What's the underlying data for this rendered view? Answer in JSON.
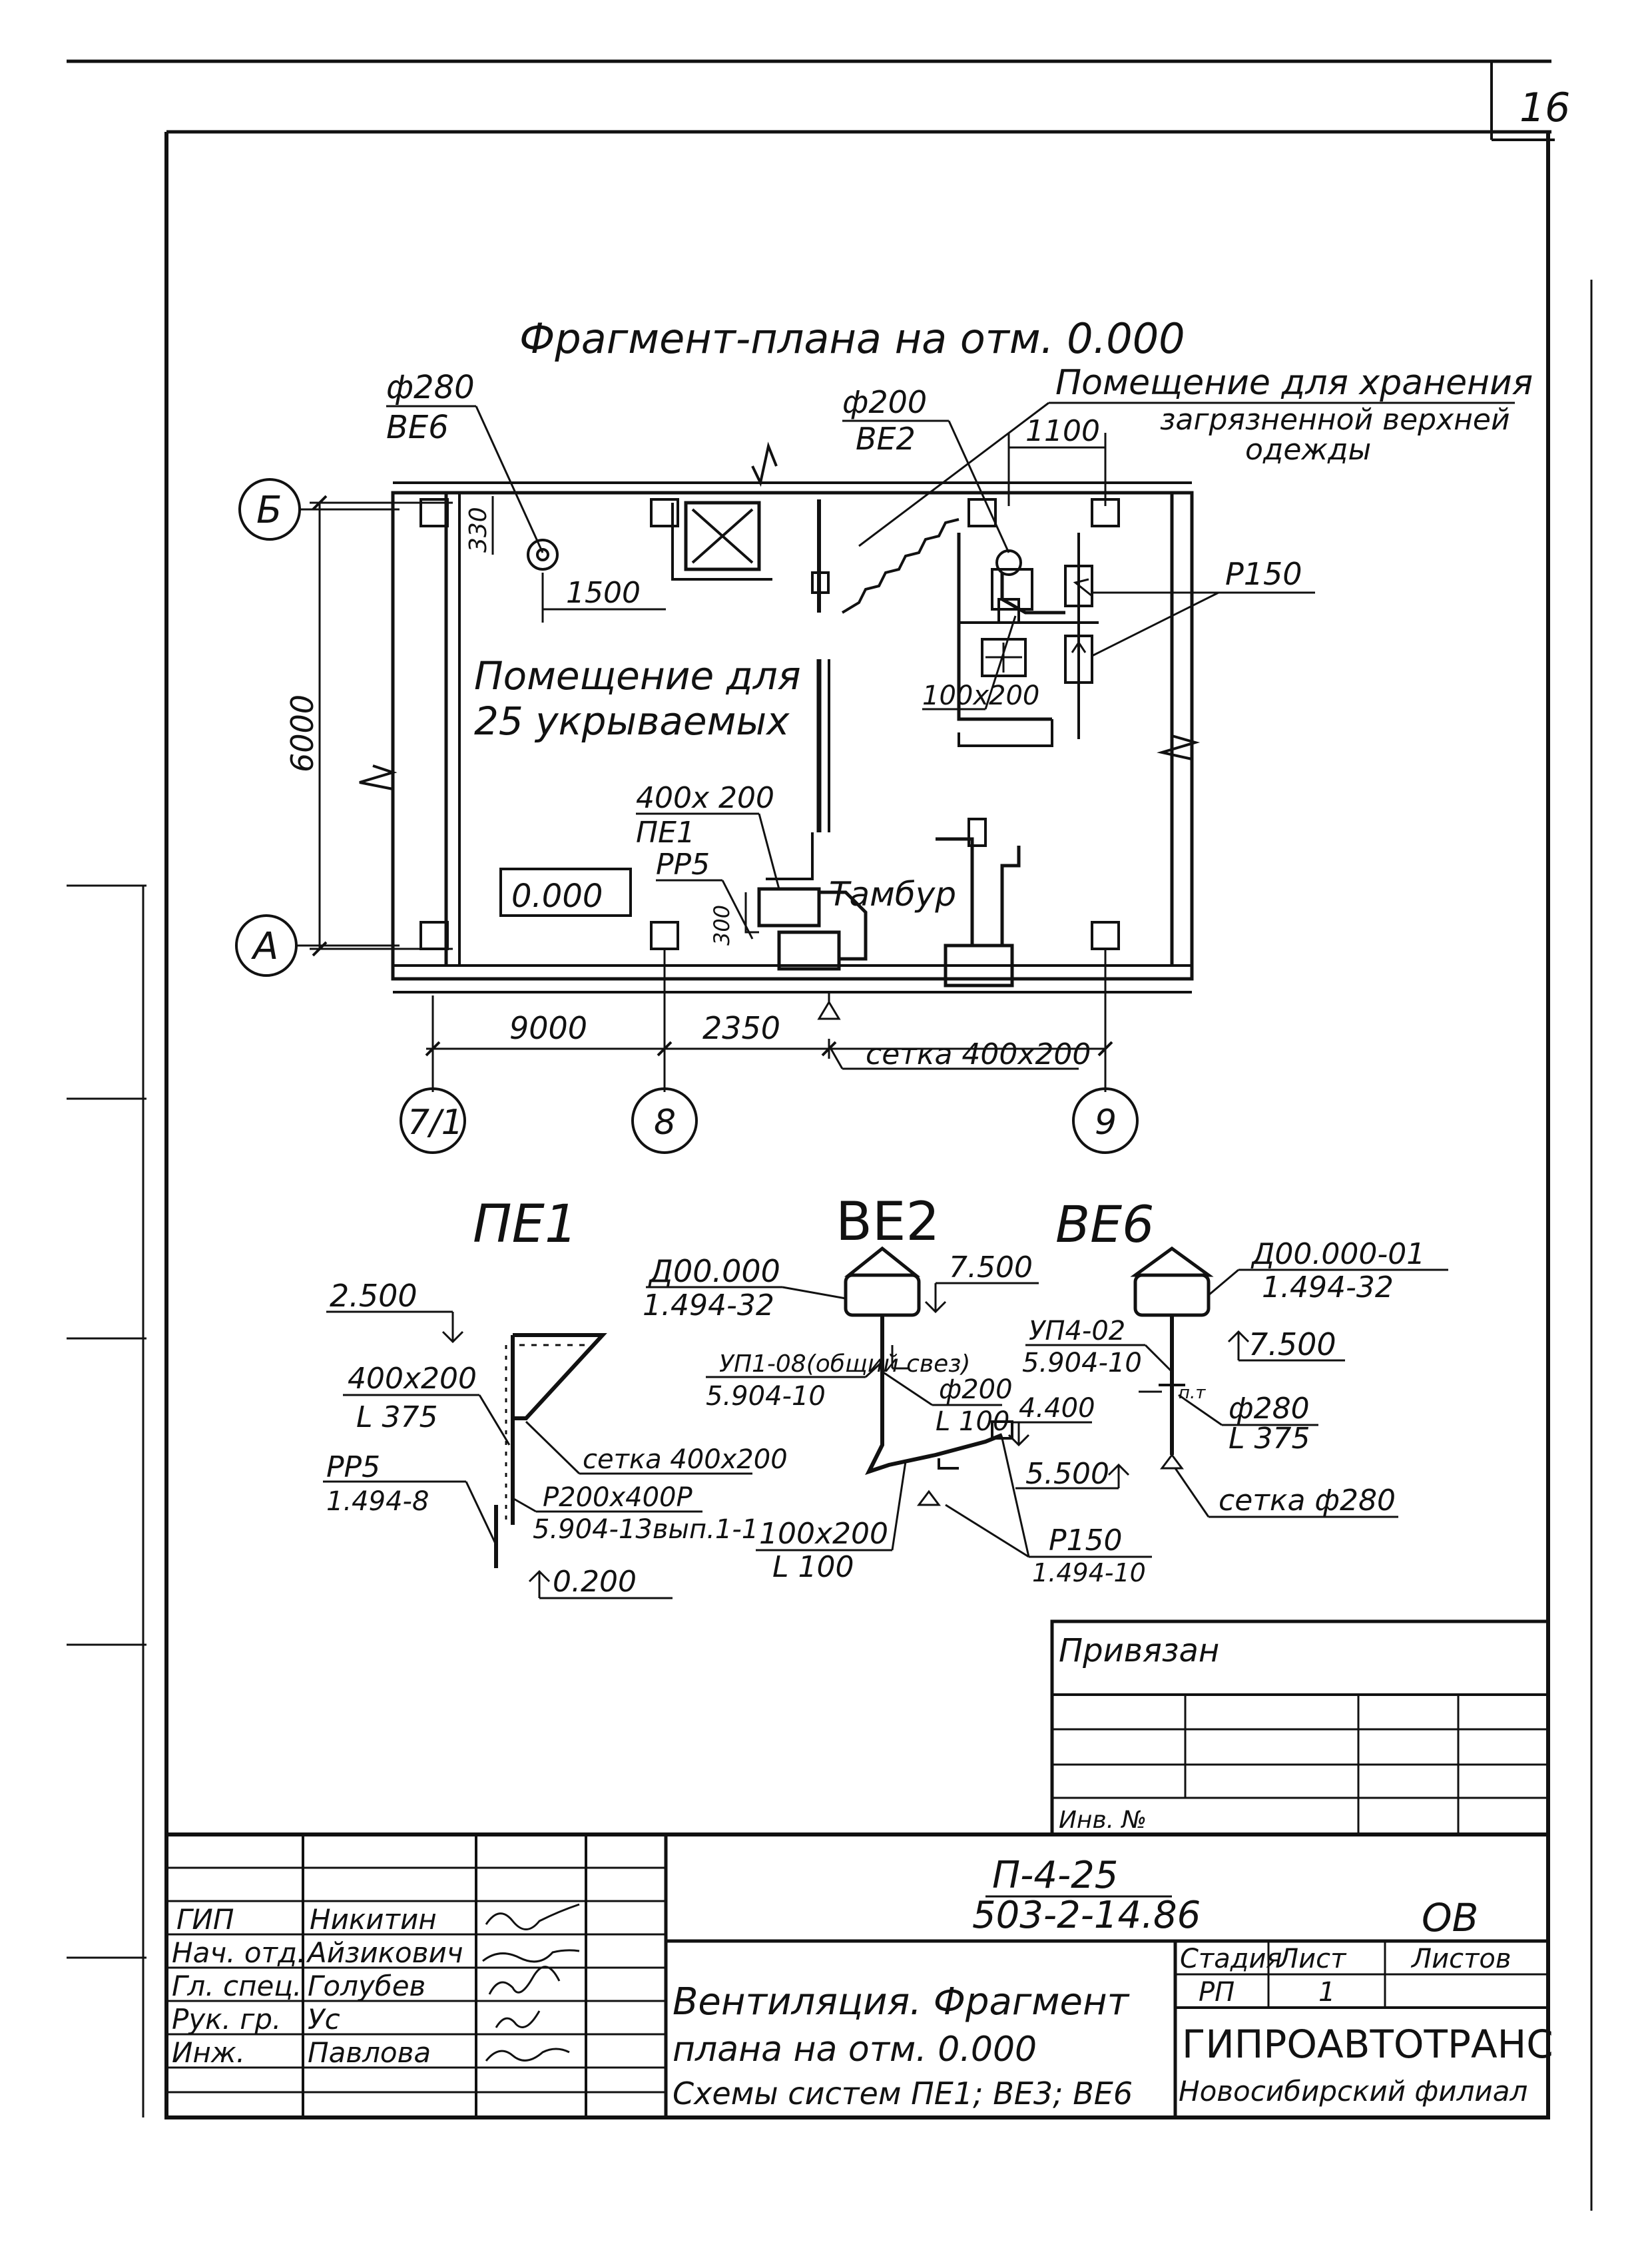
{
  "page_number": "16",
  "plan": {
    "title": "Фрагмент-плана на отм. 0.000",
    "room_store_line1": "Помещение для хранения",
    "room_store_line2": "загрязненной верхней",
    "room_store_line3": "одежды",
    "room_main_line1": "Помещение для",
    "room_main_line2": "25 укрываемых",
    "tambur": "Тамбур",
    "level_mark": "0.000",
    "axis_b": "Б",
    "axis_a": "А",
    "axis_71": "7/1",
    "axis_8": "8",
    "axis_9": "9",
    "dim_6000": "6000",
    "dim_9000": "9000",
    "dim_2350": "2350",
    "dim_1500": "1500",
    "dim_330": "330",
    "dim_1100": "1100",
    "dim_300": "300",
    "lbl_phi280": "ф280",
    "lbl_be6": "ВЕ6",
    "lbl_phi200": "ф200",
    "lbl_be2": "ВЕ2",
    "lbl_p150": "Р150",
    "lbl_100x200": "100х200",
    "lbl_400x200": "400х 200",
    "lbl_pe1": "ПЕ1",
    "lbl_pp5": "РР5",
    "lbl_setka": "сетка 400х200"
  },
  "schemes": {
    "pe1_title": "ПЕ1",
    "be2_title": "ВЕ2",
    "be6_title": "ВЕ6",
    "pe1_level_top": "2.500",
    "pe1_size": "400х200",
    "pe1_len": "L 375",
    "pe1_setka": "сетка 400х200",
    "pe1_pp5": "РР5",
    "pe1_pp5_ref": "1.494-8",
    "pe1_p200": "Р200х400Р",
    "pe1_p200_ref": "5.904-13вып.1-1",
    "pe1_level_bot": "0.200",
    "be2_d": "Д00.000",
    "be2_d_ref": "1.494-32",
    "be2_level": "7.500",
    "be2_up": "УП1-08(общий свез)",
    "be2_up_ref": "5.904-10",
    "be2_phi": "ф200",
    "be2_len": "L 100",
    "be2_level2": "4.400",
    "be2_level3": "5.500",
    "be2_size": "100х200",
    "be2_len2": "L 100",
    "be2_p150": "Р150",
    "be2_p150_ref": "1.494-10",
    "be6_d": "Д00.000-01",
    "be6_d_ref": "1.494-32",
    "be6_level": "7.500",
    "be6_up": "УП4-02",
    "be6_up_ref": "5.904-10",
    "be6_pt": "п.т",
    "be6_phi": "ф280",
    "be6_len": "L 375",
    "be6_setka": "сетка ф280"
  },
  "privyazan": {
    "title": "Привязан",
    "inv_label": "Инв. №"
  },
  "title_block": {
    "code_top": "П-4-25",
    "code_bottom": "503-2-14.86",
    "mark": "ОВ",
    "roles": [
      "ГИП",
      "Нач. отд.",
      "Гл. спец.",
      "Рук. гр.",
      "Инж."
    ],
    "names": [
      "Никитин",
      "Айзикович",
      "Голубев",
      "Ус",
      "Павлова"
    ],
    "desc_line1": "Вентиляция. Фрагмент",
    "desc_line2": "плана на отм. 0.000",
    "desc_line3": "Схемы систем ПЕ1; ВЕ3; ВЕ6",
    "stage_hdr": "Стадия",
    "sheet_hdr": "Лист",
    "sheets_hdr": "Листов",
    "stage": "РП",
    "sheet": "1",
    "sheets": "",
    "org": "ГИПРОАВТОТРАНС",
    "org_sub": "Новосибирский филиал"
  }
}
